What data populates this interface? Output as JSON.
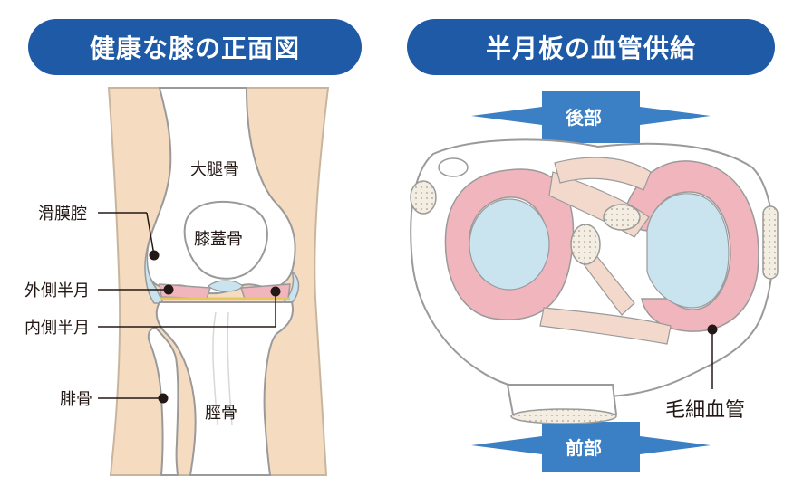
{
  "titles": {
    "left": "健康な膝の正面図",
    "right": "半月板の血管供給"
  },
  "knee_labels": {
    "femur": "大腿骨",
    "patella": "膝蓋骨",
    "synovial_cavity": "滑膜腔",
    "lateral_meniscus": "外側半月",
    "medial_meniscus": "内側半月",
    "fibula": "腓骨",
    "tibia": "脛骨"
  },
  "meniscus_labels": {
    "posterior": "後部",
    "anterior": "前部",
    "capillaries": "毛細血管"
  },
  "colors": {
    "title_bg": "#1f5aa6",
    "arrow": "#3b7fc4",
    "skin": "#f5dcc0",
    "bone": "#ffffff",
    "fluid": "#c9e3ef",
    "meniscus_pink": "#f0b5bd",
    "ligament": "#f2d9cc",
    "outline": "#9a9a9a"
  }
}
